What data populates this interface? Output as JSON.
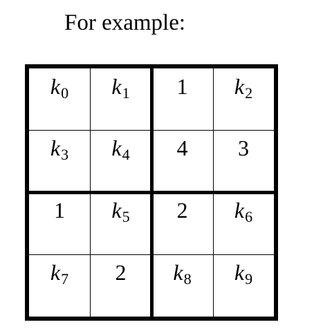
{
  "caption": "For example:",
  "grid": {
    "rows": [
      [
        {
          "kind": "var",
          "base": "k",
          "sub": "0"
        },
        {
          "kind": "var",
          "base": "k",
          "sub": "1"
        },
        {
          "kind": "num",
          "text": "1"
        },
        {
          "kind": "var",
          "base": "k",
          "sub": "2"
        }
      ],
      [
        {
          "kind": "var",
          "base": "k",
          "sub": "3"
        },
        {
          "kind": "var",
          "base": "k",
          "sub": "4"
        },
        {
          "kind": "num",
          "text": "4"
        },
        {
          "kind": "num",
          "text": "3"
        }
      ],
      [
        {
          "kind": "num",
          "text": "1"
        },
        {
          "kind": "var",
          "base": "k",
          "sub": "5"
        },
        {
          "kind": "num",
          "text": "2"
        },
        {
          "kind": "var",
          "base": "k",
          "sub": "6"
        }
      ],
      [
        {
          "kind": "var",
          "base": "k",
          "sub": "7"
        },
        {
          "kind": "num",
          "text": "2"
        },
        {
          "kind": "var",
          "base": "k",
          "sub": "8"
        },
        {
          "kind": "var",
          "base": "k",
          "sub": "9"
        }
      ]
    ]
  }
}
